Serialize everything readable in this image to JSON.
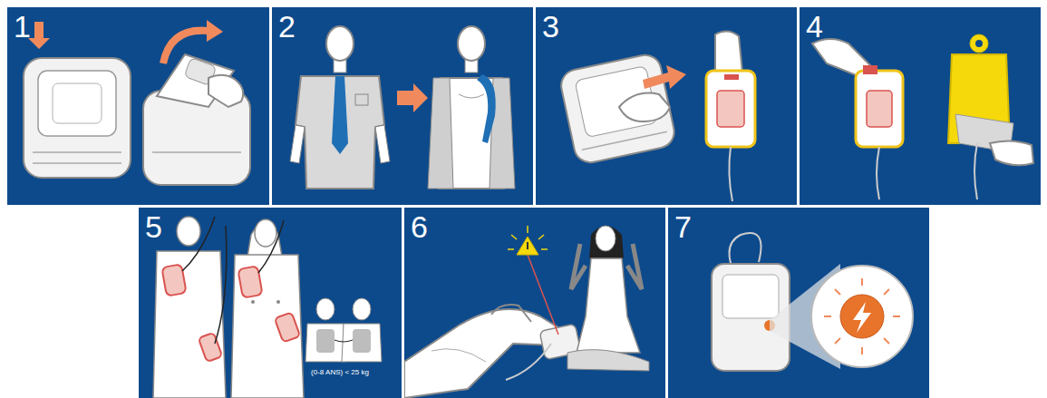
{
  "diagram": {
    "nodes": [
      {
        "text": [
          "1"
        ]
      },
      {
        "text": [
          "2"
        ]
      },
      {
        "text": [
          "3"
        ]
      },
      {
        "text": [
          "4"
        ]
      },
      {
        "text": [
          "5",
          "(0-8 ANS) < 25 kg"
        ]
      },
      {
        "text": [
          "6"
        ]
      },
      {
        "text": [
          "7"
        ]
      }
    ]
  }
}
